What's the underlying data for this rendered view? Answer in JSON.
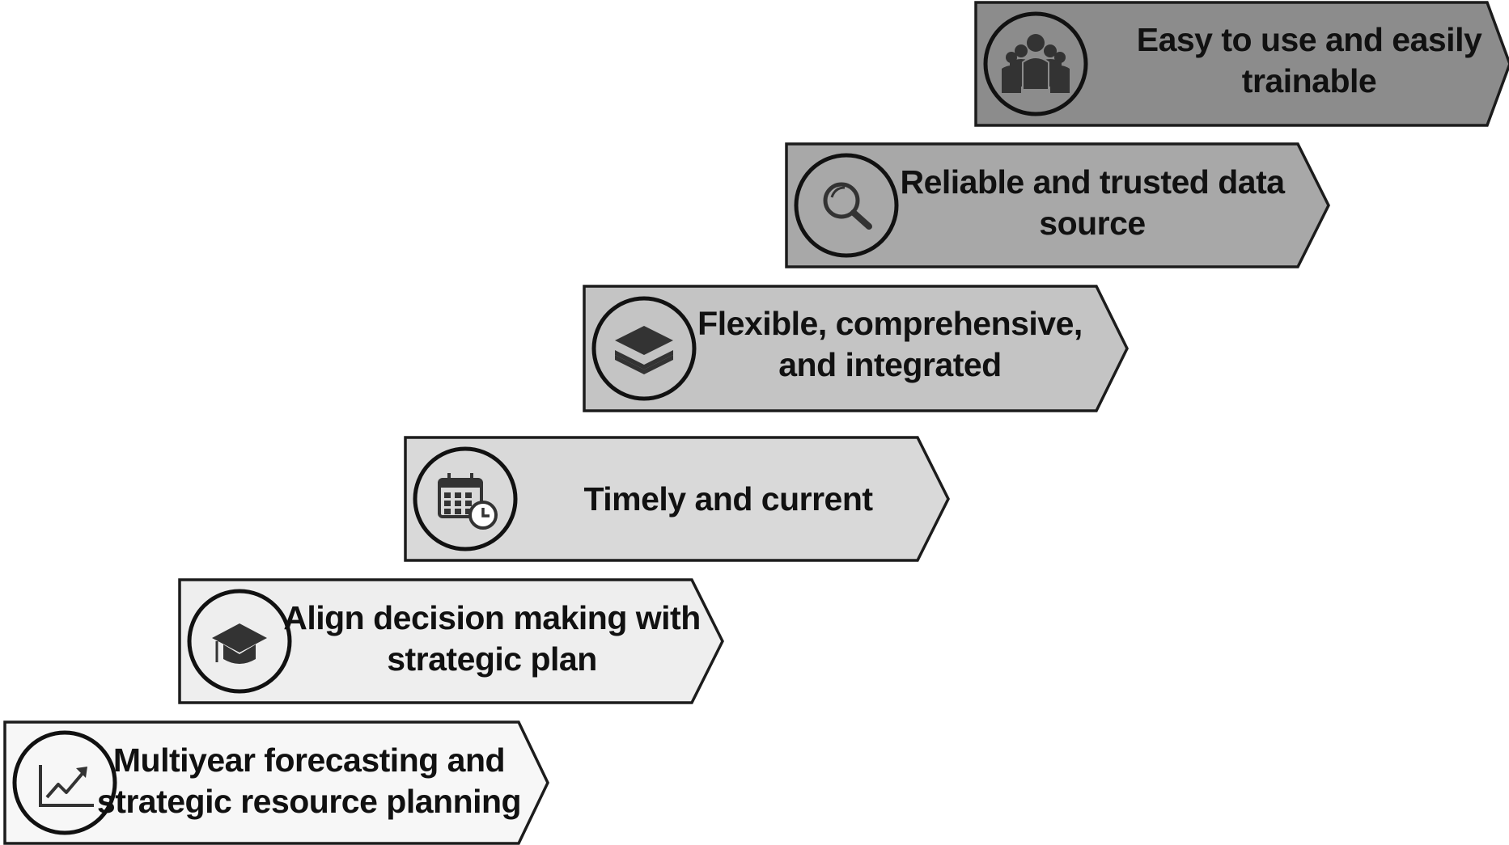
{
  "diagram": {
    "steps": [
      {
        "id": "multiyear-forecasting",
        "icon": "line-chart-icon",
        "lines": [
          "Multiyear forecasting and",
          "strategic resource planning"
        ],
        "fill": "#f7f7f7"
      },
      {
        "id": "align-decision-making",
        "icon": "graduation-cap-icon",
        "lines": [
          "Align decision making with",
          "strategic plan"
        ],
        "fill": "#eeeeee"
      },
      {
        "id": "timely-and-current",
        "icon": "calendar-clock-icon",
        "lines": [
          "Timely and current"
        ],
        "fill": "#d9d9d9"
      },
      {
        "id": "flexible-comprehensive",
        "icon": "layers-icon",
        "lines": [
          "Flexible, comprehensive,",
          "and integrated"
        ],
        "fill": "#c4c4c4"
      },
      {
        "id": "reliable-data-source",
        "icon": "magnifier-icon",
        "lines": [
          "Reliable and trusted data",
          "source"
        ],
        "fill": "#a8a8a8"
      },
      {
        "id": "easy-to-use",
        "icon": "people-group-icon",
        "lines": [
          "Easy to use and easily",
          "trainable"
        ],
        "fill": "#8c8c8c"
      }
    ],
    "outline_color": "#1c1c1c",
    "icon_color": "#333333"
  }
}
